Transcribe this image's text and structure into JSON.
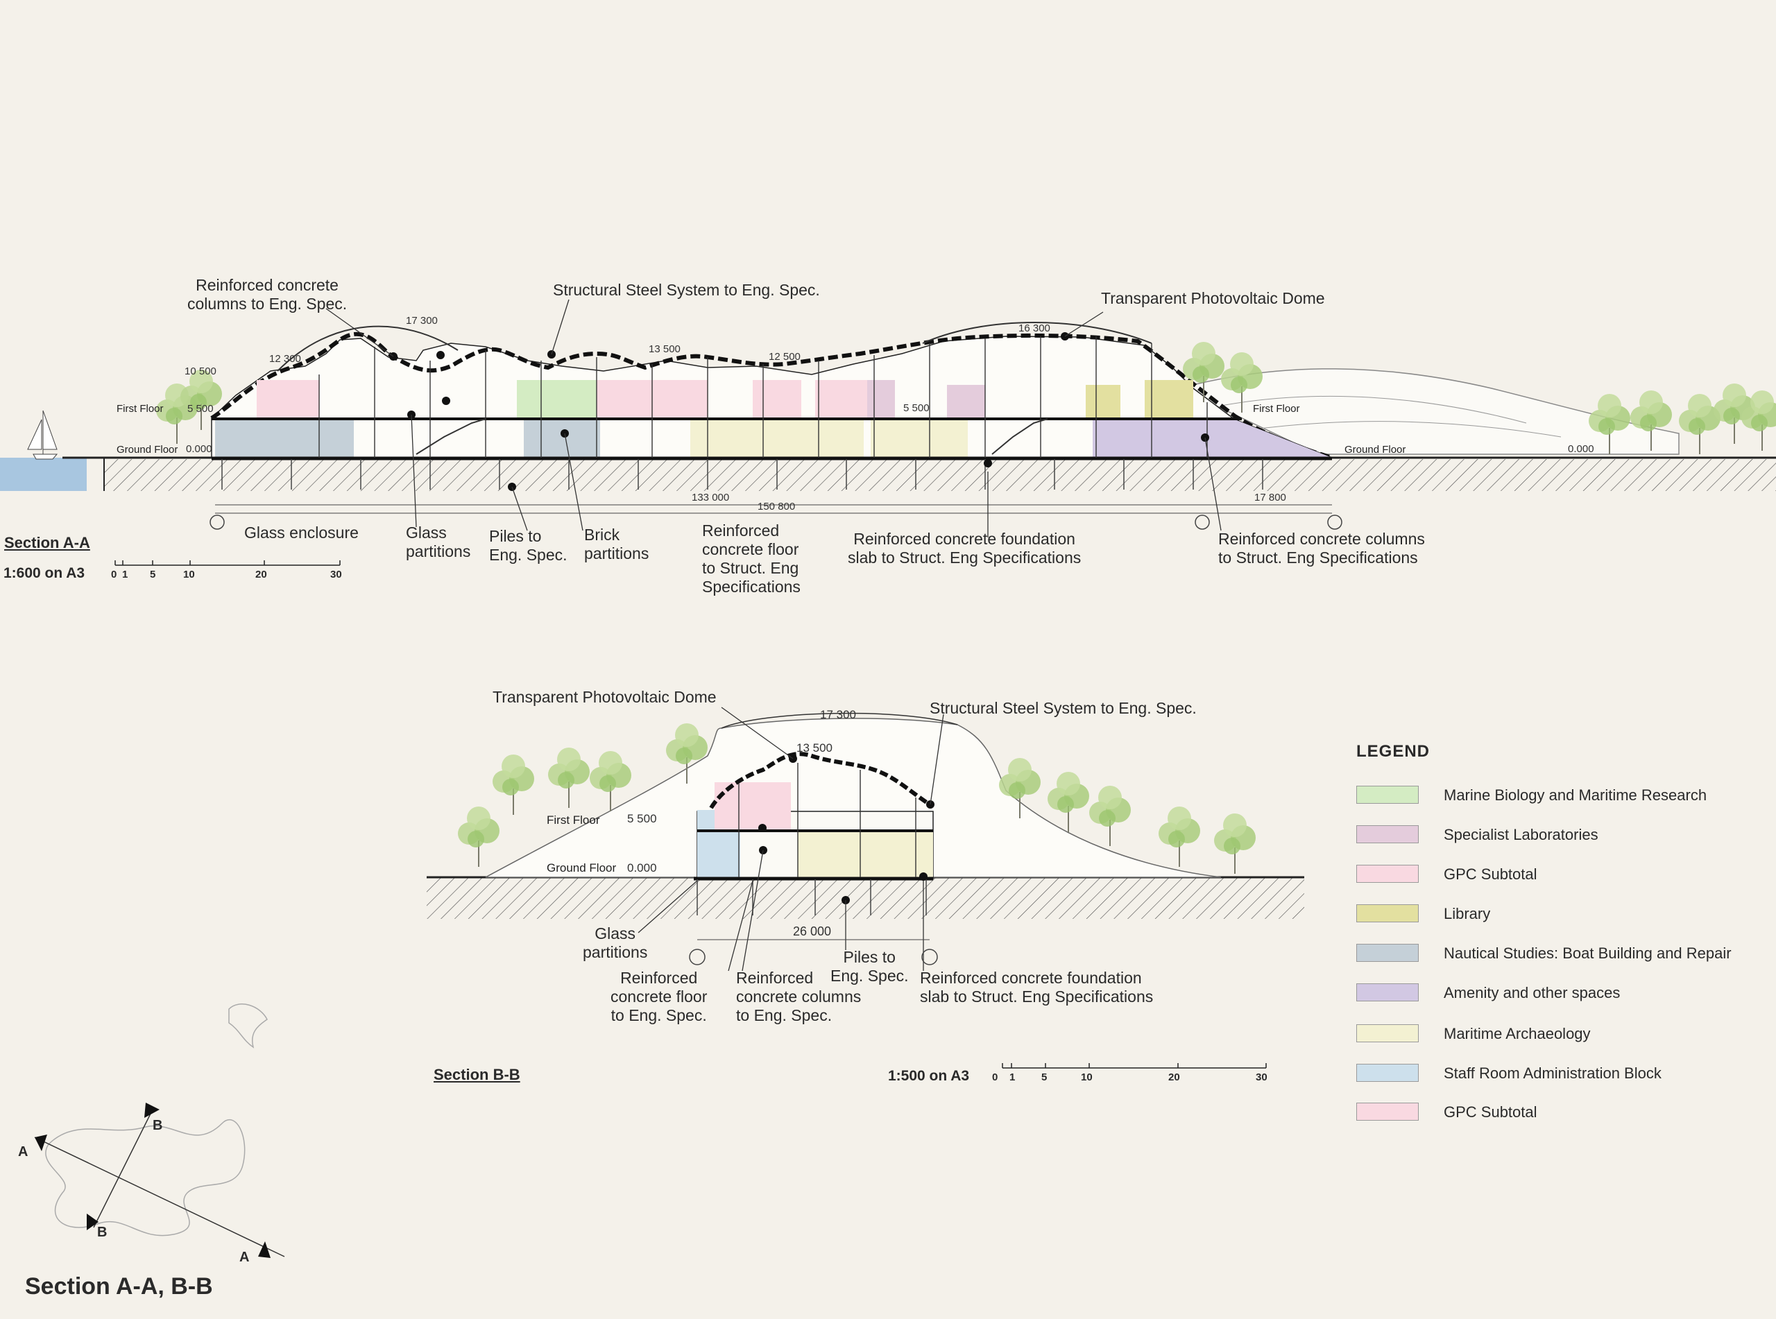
{
  "section_aa": {
    "title": "Section A-A",
    "scale": "1:600 on A3",
    "scale_ticks": [
      "0",
      "1",
      "5",
      "10",
      "20",
      "30"
    ],
    "levels": {
      "first_floor": "First Floor",
      "ground_floor": "Ground Floor",
      "first_floor_right": "First Floor",
      "ground_floor_right": "Ground Floor"
    },
    "heights": [
      "17 300",
      "12 300",
      "10 500",
      "5 500",
      "0.000",
      "13 500",
      "12 500",
      "5 500",
      "16 300",
      "0.000"
    ],
    "dimensions": {
      "d1": "133 000",
      "d2": "150 800",
      "d3": "17 800"
    },
    "annotations": {
      "columns": "Reinforced concrete\ncolumns to Eng. Spec.",
      "steel": "Structural Steel System to Eng. Spec.",
      "dome": "Transparent Photovoltaic Dome",
      "glass_enclosure": "Glass enclosure",
      "glass_partitions": "Glass\npartitions",
      "piles": "Piles to\nEng. Spec.",
      "brick": "Brick\npartitions",
      "rc_floor": "Reinforced\nconcrete floor\nto Struct. Eng\nSpecifications",
      "foundation": "Reinforced concrete foundation\nslab to Struct. Eng Specifications",
      "rc_columns": "Reinforced concrete columns\nto Struct. Eng Specifications"
    }
  },
  "section_bb": {
    "title": "Section B-B",
    "scale": "1:500 on A3",
    "scale_ticks": [
      "0",
      "1",
      "5",
      "10",
      "20",
      "30"
    ],
    "levels": {
      "first_floor": "First Floor",
      "ground_floor": "Ground Floor"
    },
    "heights": [
      "17 300",
      "13 500",
      "5 500",
      "0.000"
    ],
    "dimensions": {
      "d1": "26 000"
    },
    "annotations": {
      "dome": "Transparent Photovoltaic Dome",
      "steel": "Structural Steel System to Eng. Spec.",
      "glass_partitions": "Glass\npartitions",
      "rc_floor": "Reinforced\nconcrete floor\nto Eng. Spec.",
      "rc_columns": "Reinforced\nconcrete columns\nto Eng. Spec.",
      "piles": "Piles to\nEng. Spec.",
      "foundation": "Reinforced concrete foundation\nslab to Struct. Eng Specifications"
    }
  },
  "key_plan": {
    "markers": [
      "A",
      "B",
      "B",
      "A"
    ]
  },
  "legend": {
    "title": "LEGEND",
    "items": [
      {
        "label": "Marine Biology and Maritime Research",
        "color": "#d4ecc3"
      },
      {
        "label": "Specialist Laboratories",
        "color": "#e4ccdc"
      },
      {
        "label": "GPC Subtotal",
        "color": "#f9d9e1"
      },
      {
        "label": "Library",
        "color": "#e3e0a0"
      },
      {
        "label": "Nautical Studies: Boat Building and Repair",
        "color": "#c5d0d8"
      },
      {
        "label": "Amenity and other spaces",
        "color": "#d2c8e3"
      },
      {
        "label": "Maritime Archaeology",
        "color": "#f3f1d2"
      },
      {
        "label": "Staff Room Administration Block",
        "color": "#cde0ec"
      },
      {
        "label": "GPC Subtotal",
        "color": "#f9d9e1"
      }
    ]
  },
  "main_title": "Section A-A, B-B"
}
